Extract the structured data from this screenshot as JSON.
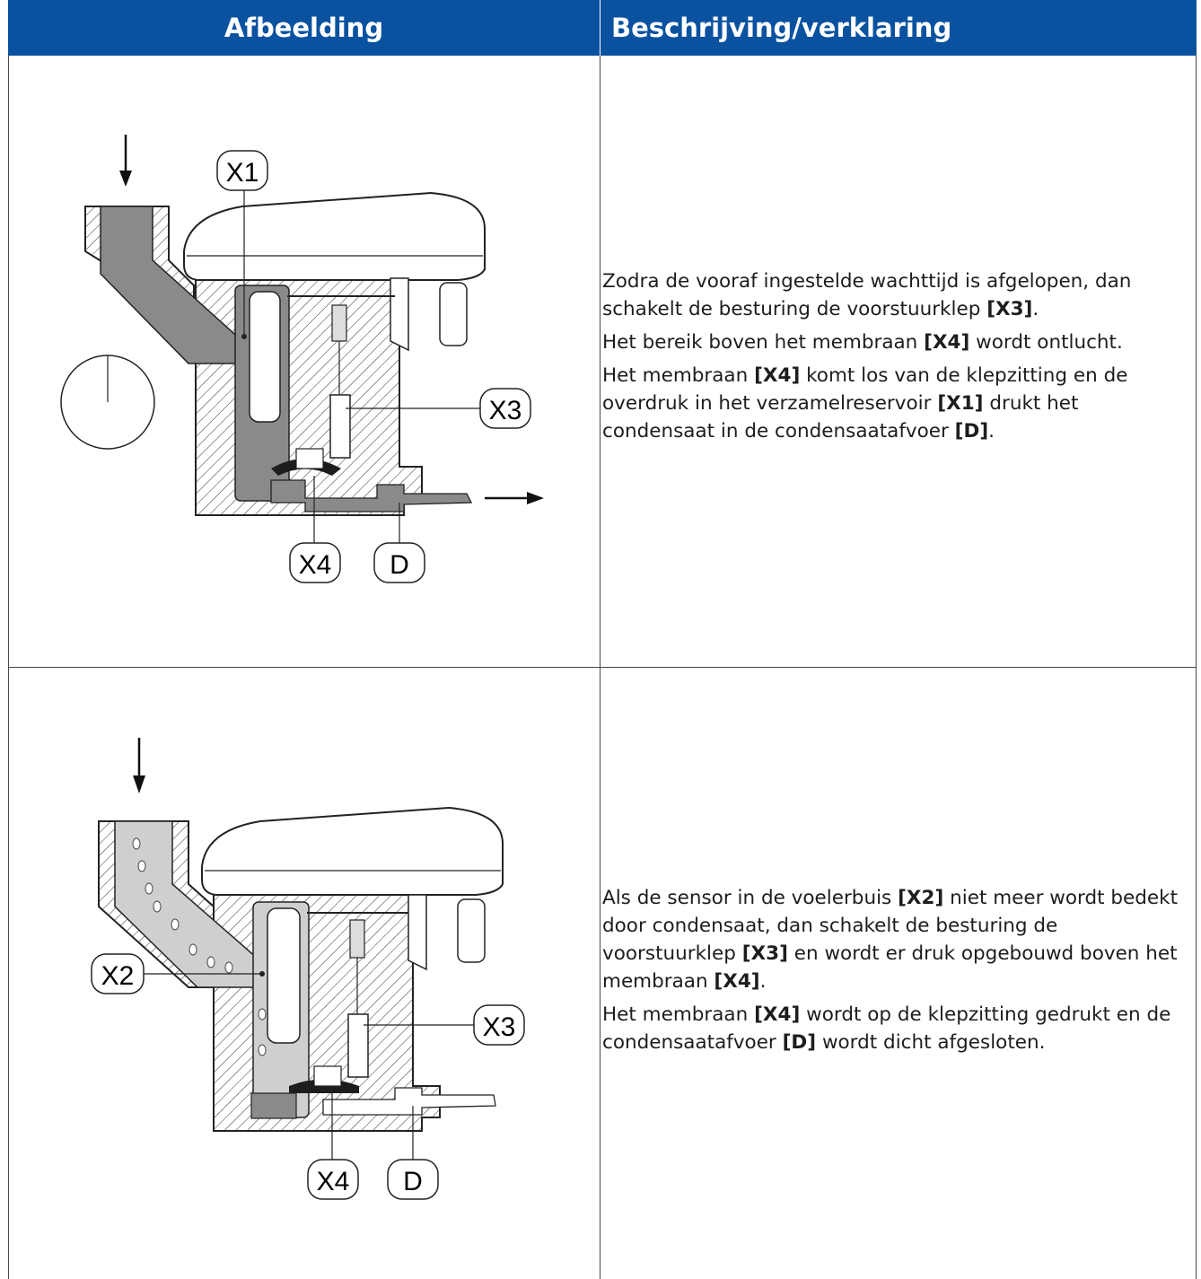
{
  "table": {
    "header": {
      "col_image": "Afbeelding",
      "col_description": "Beschrijving/verklaring"
    }
  },
  "rows": [
    {
      "figure": {
        "labels": {
          "x1": "X1",
          "x3": "X3",
          "x4": "X4",
          "d": "D"
        }
      },
      "paragraphs": [
        [
          {
            "t": "Zodra de vooraf ingestelde wachttijd is afgelopen, dan schakelt de besturing de voorstuurklep "
          },
          {
            "t": "[X3]",
            "b": true
          },
          {
            "t": "."
          }
        ],
        [
          {
            "t": "Het bereik boven het membraan "
          },
          {
            "t": "[X4]",
            "b": true
          },
          {
            "t": " wordt ontlucht."
          }
        ],
        [
          {
            "t": "Het membraan "
          },
          {
            "t": "[X4]",
            "b": true
          },
          {
            "t": " komt los van de klepzitting en de overdruk in het verzamelreservoir "
          },
          {
            "t": "[X1]",
            "b": true
          },
          {
            "t": " drukt het condensaat in de condensaatafvoer "
          },
          {
            "t": "[D]",
            "b": true
          },
          {
            "t": "."
          }
        ]
      ]
    },
    {
      "figure": {
        "labels": {
          "x2": "X2",
          "x3": "X3",
          "x4": "X4",
          "d": "D"
        }
      },
      "paragraphs": [
        [
          {
            "t": "Als de sensor in de voelerbuis "
          },
          {
            "t": "[X2]",
            "b": true
          },
          {
            "t": " niet meer wordt bedekt door condensaat, dan schakelt de besturing de voorstuurklep "
          },
          {
            "t": "[X3]",
            "b": true
          },
          {
            "t": " en wordt er druk opgebouwd boven het membraan "
          },
          {
            "t": "[X4]",
            "b": true
          },
          {
            "t": "."
          }
        ],
        [
          {
            "t": "Het membraan "
          },
          {
            "t": "[X4]",
            "b": true
          },
          {
            "t": " wordt op de klepzitting gedrukt en de condensaatafvoer "
          },
          {
            "t": "[D]",
            "b": true
          },
          {
            "t": " wordt dicht afgesloten."
          }
        ]
      ]
    }
  ],
  "colors": {
    "header_bg": "#0a52a0",
    "header_text": "#ffffff",
    "rule": "#4a4a4a"
  }
}
